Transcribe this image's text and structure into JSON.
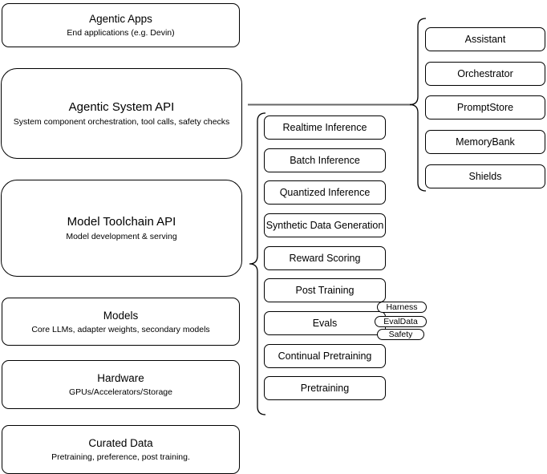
{
  "diagram": {
    "background": "#ffffff",
    "stroke_color": "#000000",
    "connector_color": "#666666",
    "left_stack": [
      {
        "title": "Agentic Apps",
        "subtitle": "End applications (e.g. Devin)"
      },
      {
        "title": "Agentic System API",
        "subtitle": "System component orchestration, tool calls, safety checks"
      },
      {
        "title": "Model Toolchain API",
        "subtitle": "Model development & serving"
      },
      {
        "title": "Models",
        "subtitle": "Core LLMs, adapter weights, secondary models"
      },
      {
        "title": "Hardware",
        "subtitle": "GPUs/Accelerators/Storage"
      },
      {
        "title": "Curated Data",
        "subtitle": "Pretraining, preference, post training."
      }
    ],
    "toolchain_components": [
      "Realtime Inference",
      "Batch Inference",
      "Quantized Inference",
      "Synthetic Data Generation",
      "Reward Scoring",
      "Post Training",
      "Evals",
      "Continual Pretraining",
      "Pretraining"
    ],
    "evals_tags": [
      "Harness",
      "EvalData",
      "Safety"
    ],
    "system_components": [
      "Assistant",
      "Orchestrator",
      "PromptStore",
      "MemoryBank",
      "Shields"
    ]
  }
}
